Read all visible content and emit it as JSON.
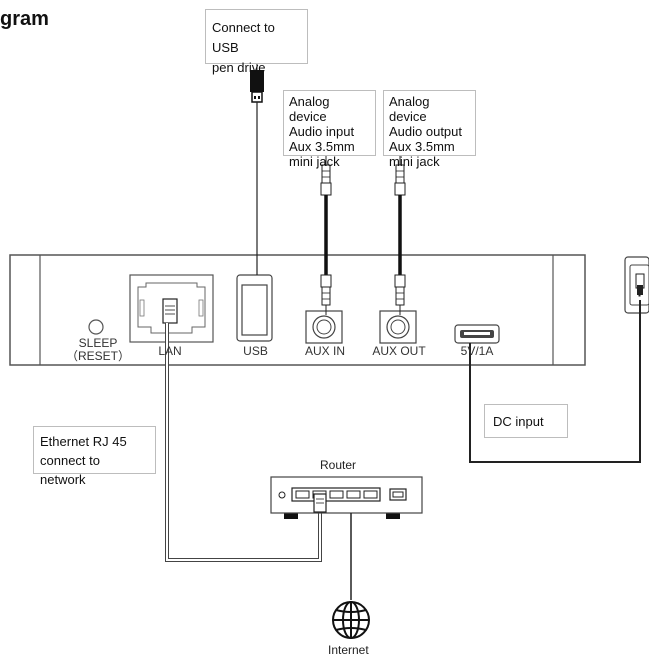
{
  "heading": "gram",
  "callouts": {
    "usb": [
      "Connect to USB",
      "pen drive"
    ],
    "aux_in": [
      "Analog device",
      "Audio input",
      "Aux 3.5mm",
      "mini jack"
    ],
    "aux_out": [
      "Analog device",
      "Audio output",
      "Aux 3.5mm",
      "mini jack"
    ],
    "dc": "DC input",
    "ethernet": [
      "Ethernet RJ 45",
      "connect to network"
    ]
  },
  "device": {
    "sleep": [
      "SLEEP",
      "（RESET）"
    ],
    "ports": {
      "lan": "LAN",
      "usb": "USB",
      "aux_in": "AUX IN",
      "aux_out": "AUX OUT",
      "power": "5V/1A"
    }
  },
  "router_label": "Router",
  "internet_label": "Internet",
  "colors": {
    "line": "#222222",
    "device_outline": "#555555",
    "callout_border": "#bdbdbd"
  },
  "icons": [
    "usb-drive-icon",
    "audio-jack-icon",
    "globe-icon",
    "power-plug-icon",
    "rj45-connector-icon"
  ]
}
